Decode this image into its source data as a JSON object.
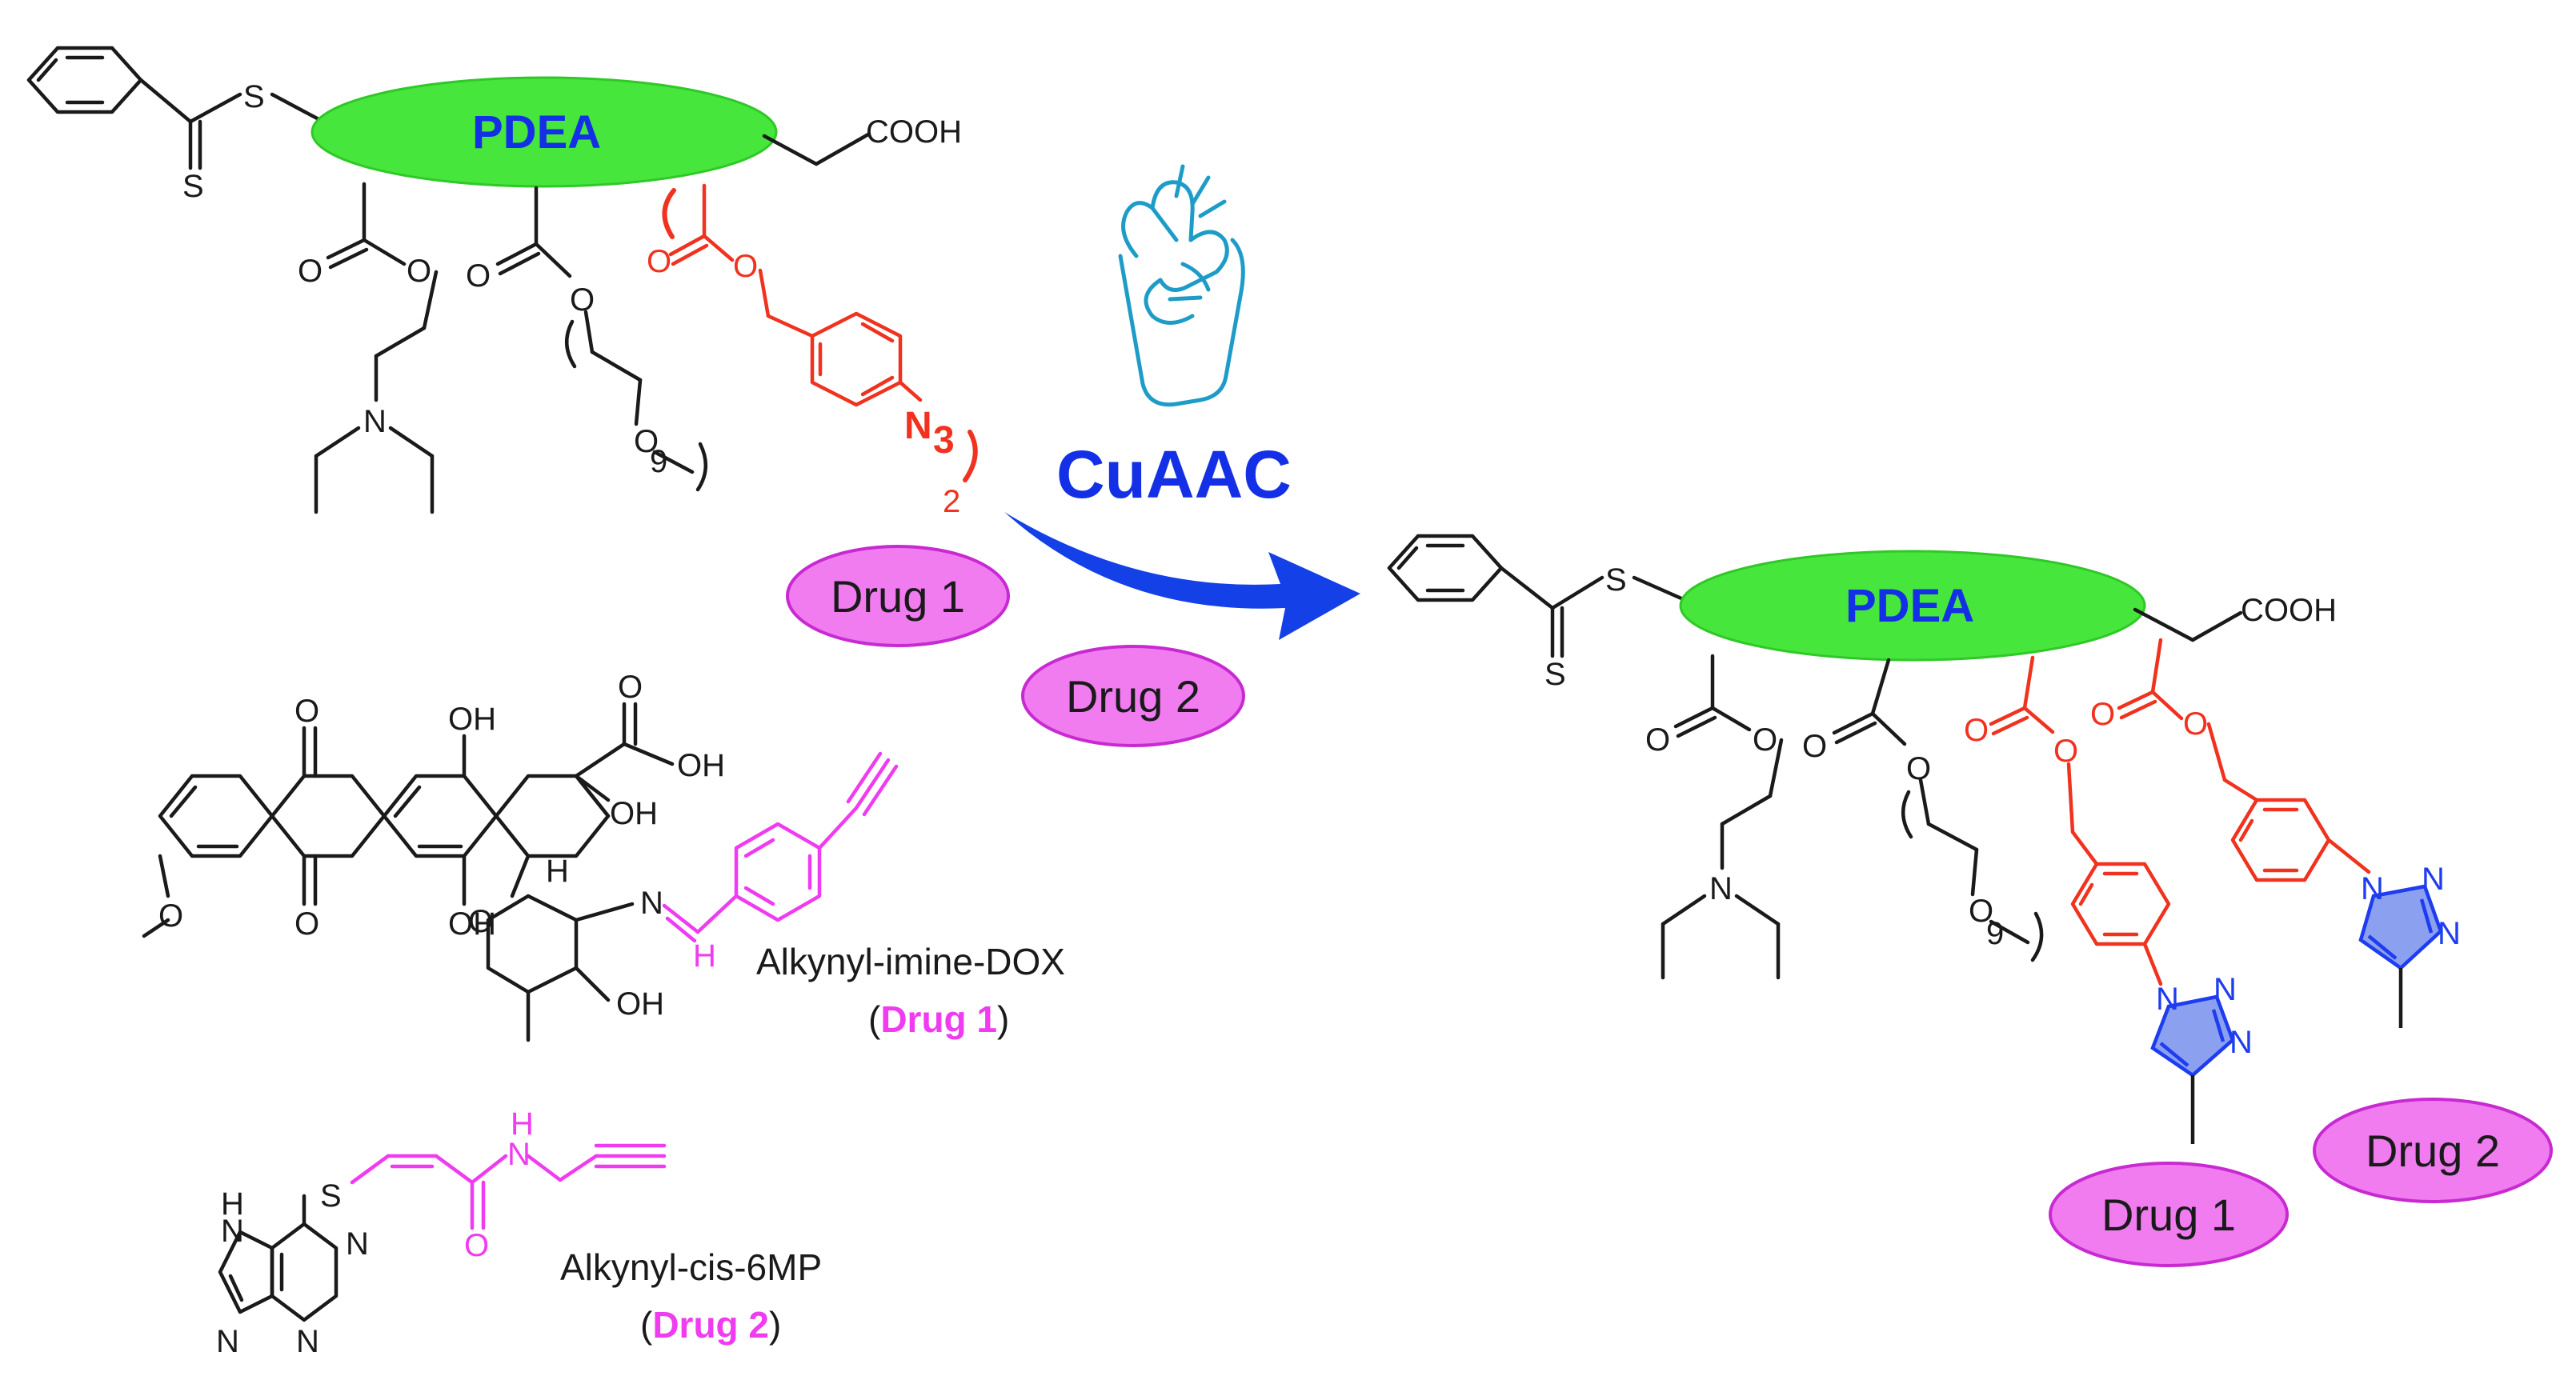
{
  "colors": {
    "black": "#1a1a1a",
    "red": "#f0321e",
    "magenta": "#f03cf0",
    "blue_text": "#1430e6",
    "green_ellipse": "#46e63c",
    "drug_fill": "#f07cf0",
    "triazole_fill": "#8ca0f0",
    "triazole_stroke": "#1e3cf0",
    "arrow": "#1440e8",
    "hand": "#1e9cc8"
  },
  "labels": {
    "pdea": "PDEA",
    "cooh": "COOH",
    "sulfur": "S",
    "oxygen": "O",
    "nitrogen": "N",
    "azide": "N",
    "azide_sub": "3",
    "repeat_peg": "9",
    "repeat_azide": "2",
    "hydroxyl": "OH",
    "hydrogen": "H",
    "nh": "H",
    "methoxy_o": "O"
  },
  "reaction": {
    "name": "CuAAC",
    "icon": "finger-snap-hand-icon"
  },
  "drugs": {
    "drug1_label": "Drug 1",
    "drug2_label": "Drug 2"
  },
  "captions": {
    "dox_name": "Alkynyl-imine-DOX",
    "dox_tag_open": "(",
    "dox_tag": "Drug 1",
    "dox_tag_close": ")",
    "mp_name": "Alkynyl-cis-6MP",
    "mp_tag_open": "(",
    "mp_tag": "Drug 2",
    "mp_tag_close": ")"
  }
}
